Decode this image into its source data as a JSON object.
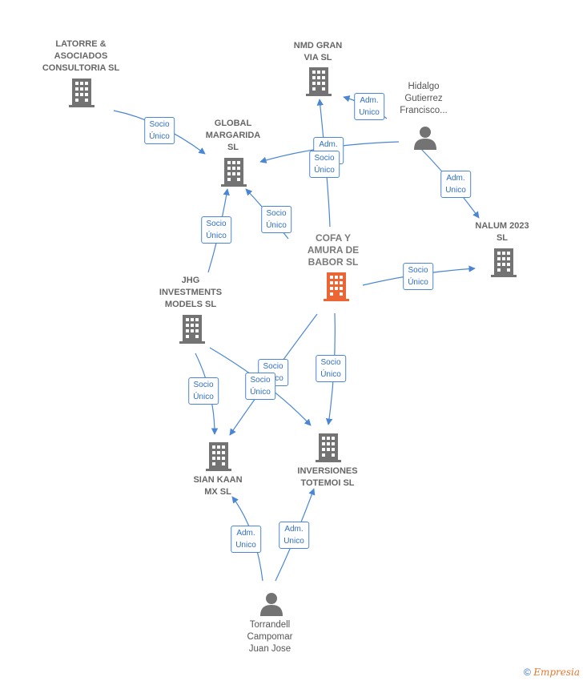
{
  "nodes": [
    {
      "id": "latorre",
      "type": "company",
      "label": "LATORRE &\nASOCIADOS\nCONSULTORIA SL"
    },
    {
      "id": "nmd",
      "type": "company",
      "label": "NMD GRAN\nVIA  SL"
    },
    {
      "id": "hidalgo",
      "type": "person",
      "label": "Hidalgo\nGutierrez\nFrancisco..."
    },
    {
      "id": "global",
      "type": "company",
      "label": "GLOBAL\nMARGARIDA\nSL"
    },
    {
      "id": "nalum",
      "type": "company",
      "label": "NALUM 2023\nSL"
    },
    {
      "id": "cofa",
      "type": "company",
      "main": true,
      "label": "COFA Y\nAMURA DE\nBABOR  SL"
    },
    {
      "id": "jhg",
      "type": "company",
      "label": "JHG\nINVESTMENTS\nMODELS SL"
    },
    {
      "id": "sian",
      "type": "company",
      "label": "SIAN KAAN\nMX  SL"
    },
    {
      "id": "inversiones",
      "type": "company",
      "label": "INVERSIONES\nTOTEMOI  SL"
    },
    {
      "id": "torrandell",
      "type": "person",
      "label": "Torrandell\nCampomar\nJuan Jose"
    }
  ],
  "edges": [
    {
      "label": "Socio\nÚnico"
    },
    {
      "label": "Adm.\nUnico"
    },
    {
      "label": "Adm.\nUnico"
    },
    {
      "label": "Socio\nÚnico"
    },
    {
      "label": "Adm.\nUnico"
    },
    {
      "label": "Socio\nÚnico"
    },
    {
      "label": "Socio\nÚnico"
    },
    {
      "label": "Socio\nÚnico"
    },
    {
      "label": "Socio\nÚnico"
    },
    {
      "label": "Socio\nÚnico"
    },
    {
      "label": "Socio\nÚnico"
    },
    {
      "label": "Socio\nÚnico"
    },
    {
      "label": "Adm.\nUnico"
    },
    {
      "label": "Adm.\nUnico"
    }
  ],
  "colors": {
    "company": "#737373",
    "main": "#ec6534",
    "edge": "#4a86d4",
    "label_text": "#2f6fc2"
  },
  "footer": {
    "copyright": "©",
    "brand": "Empresia"
  }
}
